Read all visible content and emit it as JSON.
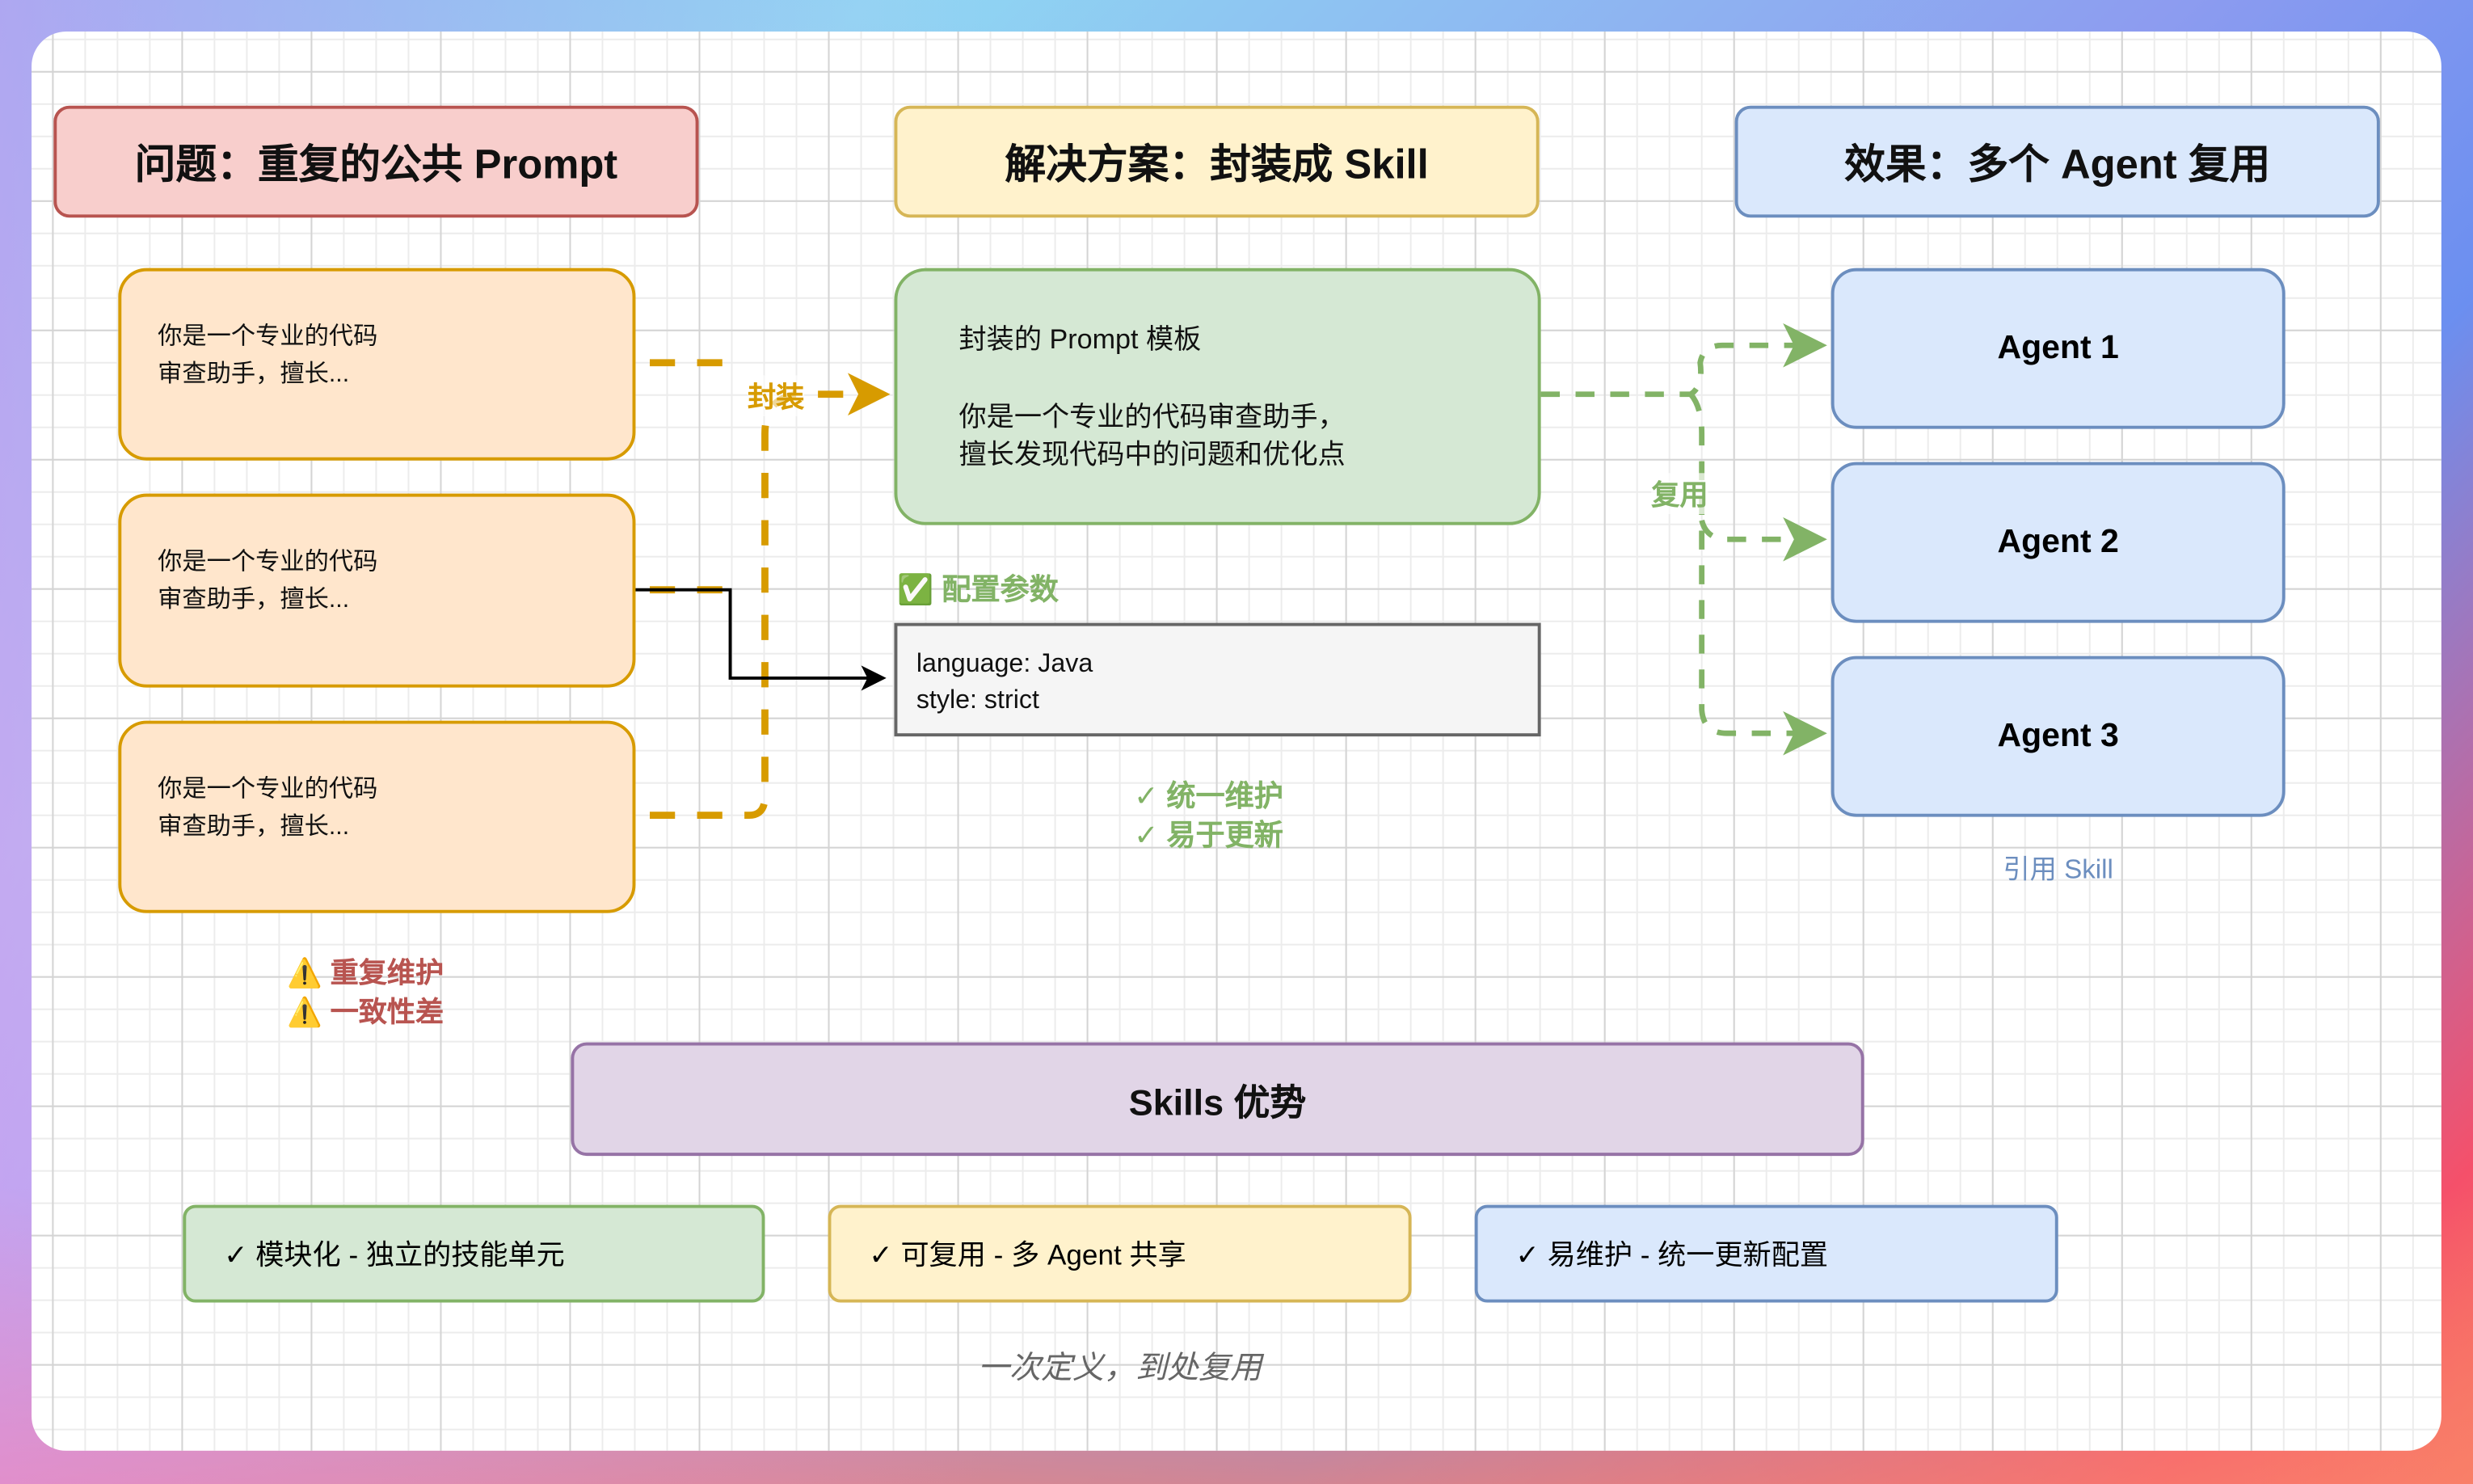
{
  "headers": {
    "problem": "问题：重复的公共 Prompt",
    "solution": "解决方案：封装成 Skill",
    "effect": "效果：多个 Agent 复用"
  },
  "prompt_boxes": [
    {
      "line1": "你是一个专业的代码",
      "line2": "审查助手，擅长..."
    },
    {
      "line1": "你是一个专业的代码",
      "line2": "审查助手，擅长..."
    },
    {
      "line1": "你是一个专业的代码",
      "line2": "审查助手，擅长..."
    }
  ],
  "warnings": [
    "⚠️ 重复维护",
    "⚠️ 一致性差"
  ],
  "encapsulate_label": "封装",
  "template": {
    "title": "封装的 Prompt 模板",
    "line1": "你是一个专业的代码审查助手，",
    "line2": "擅长发现代码中的问题和优化点"
  },
  "config": {
    "label": "✅ 配置参数",
    "line1": "language: Java",
    "line2": "style: strict"
  },
  "benefits": [
    "✓ 统一维护",
    "✓ 易于更新"
  ],
  "reuse_label": "复用",
  "agents": [
    "Agent 1",
    "Agent 2",
    "Agent 3"
  ],
  "agents_caption": "引用 Skill",
  "advantages": {
    "title": "Skills 优势",
    "items": [
      "✓ 模块化 - 独立的技能单元",
      "✓ 可复用 - 多 Agent 共享",
      "✓ 易维护 - 统一更新配置"
    ]
  },
  "tagline": "一次定义，到处复用",
  "colors": {
    "orange": "#d79b00",
    "green": "#82b366",
    "blue": "#6c8ebf",
    "red": "#b85450",
    "purple": "#9673a6"
  }
}
